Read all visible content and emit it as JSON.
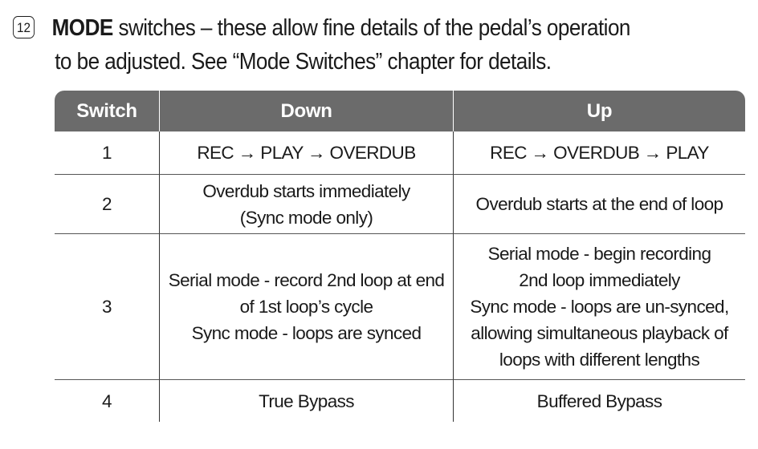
{
  "heading": {
    "number": "12",
    "bold_term": "MODE",
    "line1_rest": " switches – these allow fine details of the pedal’s operation",
    "line2": "to be adjusted. See “Mode Switches” chapter for details."
  },
  "table": {
    "headers": [
      "Switch",
      "Down",
      "Up"
    ],
    "rows": [
      {
        "switch": "1",
        "down": [
          "REC → PLAY → OVERDUB"
        ],
        "up": [
          "REC → OVERDUB → PLAY"
        ]
      },
      {
        "switch": "2",
        "down": [
          "Overdub starts immediately",
          "(Sync mode only)"
        ],
        "up": [
          "Overdub starts at the end of loop"
        ]
      },
      {
        "switch": "3",
        "down": [
          "Serial mode - record 2nd loop at end",
          "of 1st loop’s cycle",
          "Sync mode - loops are synced"
        ],
        "up": [
          "Serial mode - begin recording",
          "2nd loop immediately",
          "Sync mode - loops are un-synced,",
          "allowing simultaneous playback of",
          "loops with different lengths"
        ]
      },
      {
        "switch": "4",
        "down": [
          "True Bypass"
        ],
        "up": [
          "Buffered Bypass"
        ]
      }
    ]
  },
  "colors": {
    "header_bg": "#6b6b6b",
    "header_text": "#ffffff",
    "text": "#1a1a1a"
  }
}
